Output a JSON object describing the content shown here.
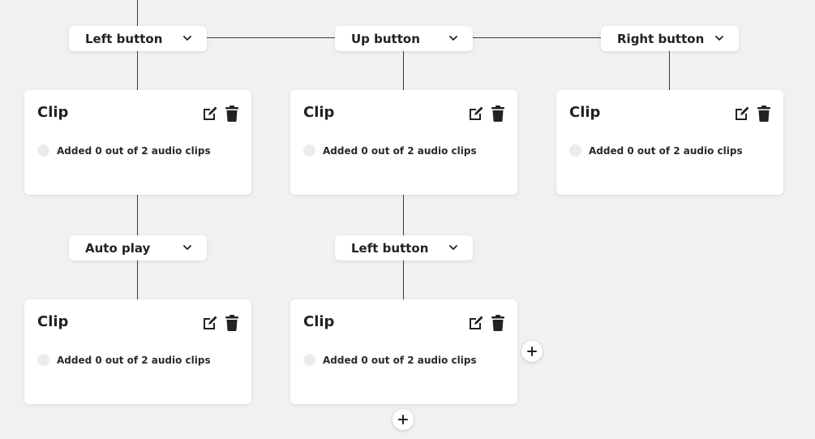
{
  "triggers": [
    {
      "label": "Left button"
    },
    {
      "label": "Up button"
    },
    {
      "label": "Right button"
    },
    {
      "label": "Auto play"
    },
    {
      "label": "Left button"
    }
  ],
  "cards": [
    {
      "title": "Clip",
      "status": "Added 0 out of 2 audio clips"
    },
    {
      "title": "Clip",
      "status": "Added 0 out of 2 audio clips"
    },
    {
      "title": "Clip",
      "status": "Added 0 out of 2 audio clips"
    },
    {
      "title": "Clip",
      "status": "Added 0 out of 2 audio clips"
    },
    {
      "title": "Clip",
      "status": "Added 0 out of 2 audio clips"
    }
  ],
  "icons": {
    "trigger_dropdown": "chevron-down-icon",
    "edit": "edit-icon",
    "delete": "trash-icon",
    "add": "plus-icon"
  },
  "colors": {
    "background": "#f1f1f1",
    "card": "#ffffff",
    "connector": "#3a3a3a",
    "text": "#222222"
  }
}
